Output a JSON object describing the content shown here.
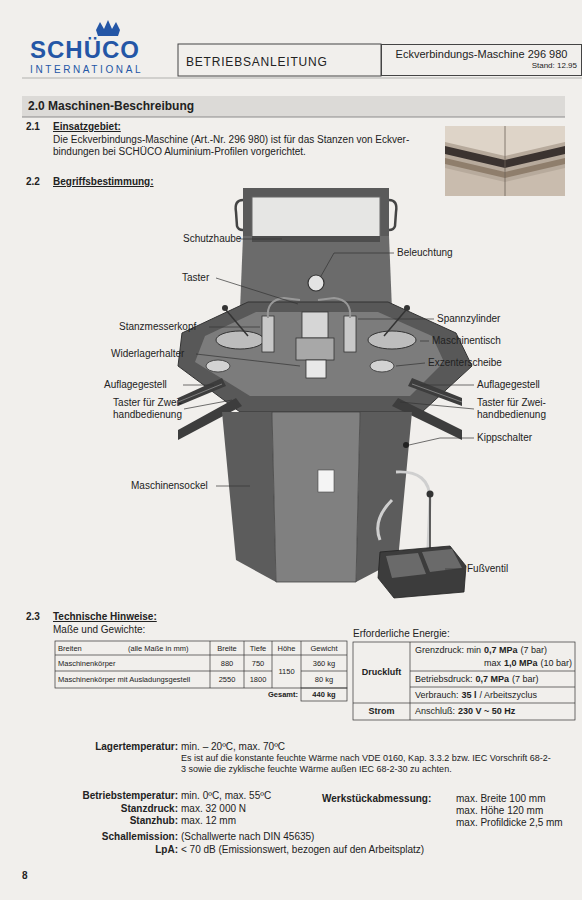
{
  "diagram": {
    "title": "2.0 Maschinen-Beschreibung",
    "nodes": [
      {
        "text": [
          "Eckverbindungs-Maschine 296 980",
          "Stand: 12.95"
        ]
      }
    ],
    "labels": [
      "SCHÜCO",
      "INTERNATIONAL",
      "BETRIEBSANLEITUNG",
      "2.1",
      "Einsatzgebiet:",
      "Die Eckverbindungs-Maschine (Art.-Nr. 296 980) ist für das Stanzen von Eckver- bindungen bei SCHÜCO Aluminium-Profilen vorgerichtet.",
      "2.2",
      "Begriffsbestimmung:",
      "Schutzhaube",
      "Beleuchtung",
      "Taster",
      "Spannzylinder",
      "Stanzmesserkopf",
      "Maschinentisch",
      "Widerlagerhalter",
      "Exzenterscheibe",
      "Auflagegestell",
      "Auflagegestell",
      "Taster für Zwei- handbedienung",
      "Taster für Zwei- handbedienung",
      "Kippschalter",
      "Maschinensockel",
      "Fußventil",
      "2.3",
      "Technische Hinweise:",
      "Maße und Gewichte:",
      "Erforderliche Energie:",
      "Breiten",
      "(alle Maße in mm)",
      "Breite",
      "Tiefe",
      "Höhe",
      "Gewicht",
      "Maschinenkörper",
      "880",
      "750",
      "1150",
      "360 kg",
      "Maschinenkörper mit Ausladungsgestell",
      "2550",
      "1800",
      "80 kg",
      "Gesamt:",
      "440 kg",
      "Druckluft",
      "Grenzdruck: min",
      "0,7 MPa",
      "(7 bar)",
      "max",
      "1,0 MPa",
      "(10 bar)",
      "Betriebsdruck:",
      "0,7 MPa",
      "(7 bar)",
      "Verbrauch:",
      "35 l",
      "/ Arbeitszyclus",
      "Strom",
      "Anschluß:",
      "230 V ~ 50 Hz",
      "Lagertemperatur:",
      "min. – 20ºC, max. 70ºC",
      "Es ist auf die konstante feuchte Wärme nach VDE 0160, Kap. 3.3.2 bzw. IEC Vorschrift 68-2-3 sowie die zyklische feuchte Wärme außen IEC 68-2-30 zu achten.",
      "Betriebstemperatur:",
      "min. 0ºC, max. 55ºC",
      "Werkstückabmessung:",
      "max. Breite 100 mm",
      "max. Höhe 120 mm",
      "max. Profildicke 2,5 mm",
      "Stanzdruck:",
      "max. 32 000 N",
      "Stanzhub:",
      "max. 12 mm",
      "Schallemission:",
      "(Schallwerte nach DIN 45635)",
      "LpA:",
      "< 70 dB (Emissionswert, bezogen auf den Arbeitsplatz)",
      "8"
    ]
  }
}
